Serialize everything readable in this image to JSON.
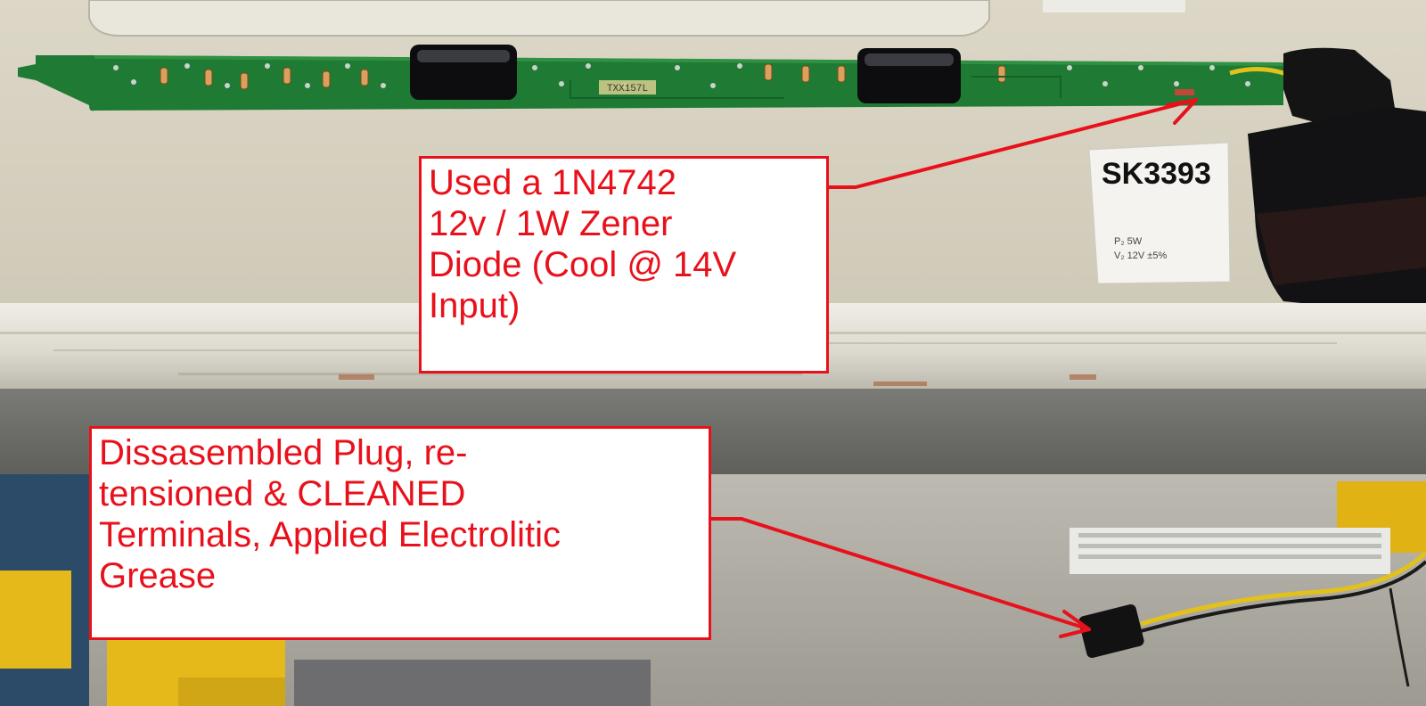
{
  "callouts": {
    "zener": {
      "lines": [
        "Used a 1N4742",
        "12v / 1W Zener",
        "Diode (Cool @ 14V",
        "Input)"
      ]
    },
    "plug": {
      "lines": [
        "Dissasembled Plug, re-",
        "tensioned & CLEANED",
        "Terminals, Applied Electrolitic",
        "Grease"
      ]
    }
  },
  "sticker": {
    "part_number": "SK3393",
    "spec_lines": [
      "P₂ 5W",
      "V₂ 12V ±5%"
    ]
  },
  "pcb": {
    "label": "TXX157L"
  },
  "colors": {
    "annotation_red": "#e8111b",
    "pcb_green": "#1f7a33",
    "bench_beige": "#d8d3c4",
    "wood_edge": "#e6e4dc",
    "shelf_gray": "#6f6f6c"
  }
}
